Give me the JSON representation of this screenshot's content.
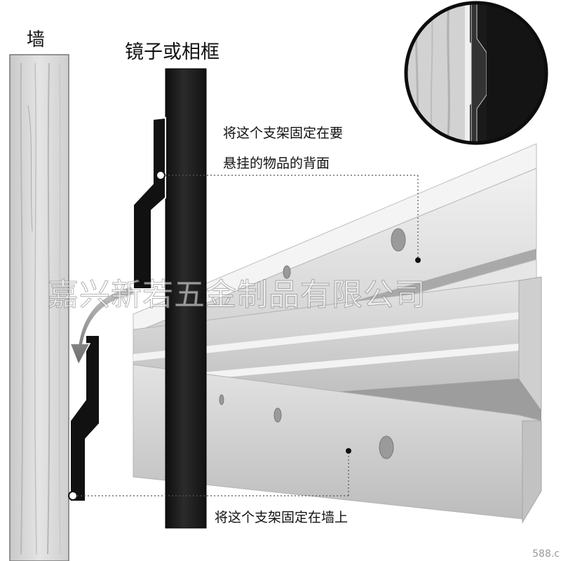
{
  "labels": {
    "wall": "墙",
    "mirror_or_frame": "镜子或相框",
    "back_line1": "将这个支架固定在要",
    "back_line2": "悬挂的物品的背面",
    "wall_fix": "将这个支架固定在墙上"
  },
  "watermark": "嘉兴新若五金制品有限公司",
  "corner_mark": "588.c",
  "colors": {
    "bracket": "#111111",
    "frame": "#1e1e1e",
    "aluminum": "#d4d4d4",
    "wall": "#d8d8d8"
  }
}
